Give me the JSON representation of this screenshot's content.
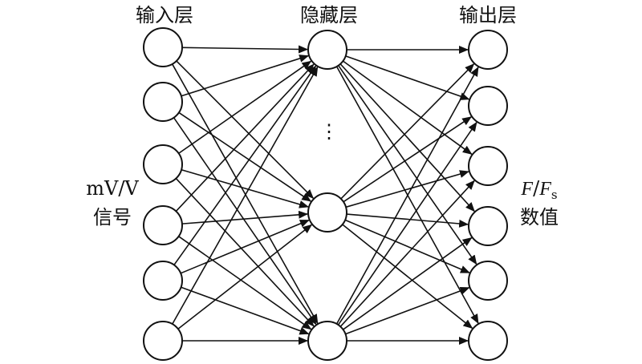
{
  "layers": {
    "input": {
      "title": "输入层",
      "node_count": 6
    },
    "hidden": {
      "title": "隐藏层",
      "node_count": 3,
      "ellipsis": "⋮"
    },
    "output": {
      "title": "输出层",
      "node_count": 6
    }
  },
  "input_signal": {
    "line1": "mV/V",
    "line2": "信号"
  },
  "output_signal": {
    "ratio_num": "F",
    "ratio_slash": "/",
    "ratio_den": "F",
    "ratio_sub": "s",
    "line2": "数值"
  },
  "connectivity": "fully-connected"
}
